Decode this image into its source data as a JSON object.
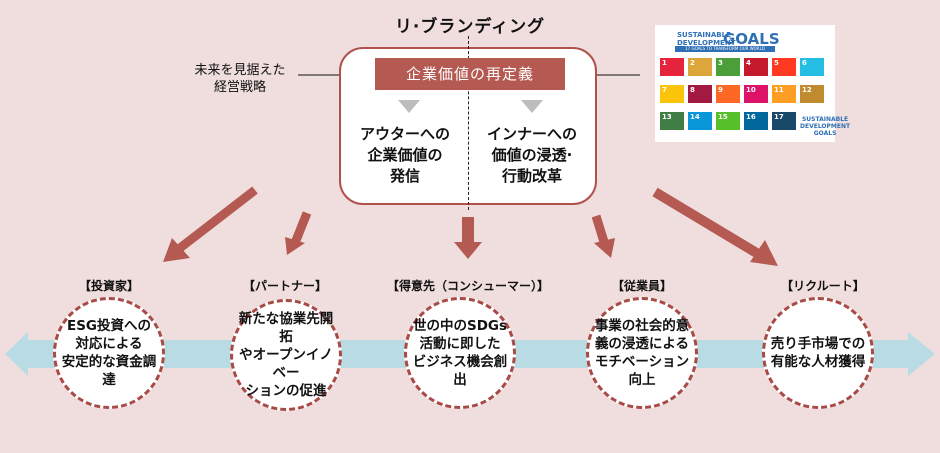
{
  "title": "リ·ブランディング",
  "core": {
    "redefine_label": "企業価値の再定義",
    "outer": "アウターへの\n企業価値の\n発信",
    "inner": "インナーへの\n価値の浸透·\n行動改革"
  },
  "left_input": "未来を見据えた\n経営戦略",
  "sdg_card": {
    "heading": "SUSTAINABLE\nDEVELOPMENT",
    "goals_word": "GOALS",
    "subtitle": "17 GOALS TO TRANSFORM OUR WORLD",
    "tile_numbers": [
      "1",
      "2",
      "3",
      "4",
      "5",
      "6",
      "7",
      "8",
      "9",
      "10",
      "11",
      "12",
      "13",
      "14",
      "15",
      "16",
      "17"
    ],
    "tile_colors": [
      "#e5243b",
      "#dda63a",
      "#4c9f38",
      "#c5192d",
      "#ff3a21",
      "#26bde2",
      "#fcc30b",
      "#a21942",
      "#fd6925",
      "#dd1367",
      "#fd9d24",
      "#bf8b2e",
      "#3f7e44",
      "#0a97d9",
      "#56c02b",
      "#00689d",
      "#19486a"
    ],
    "logo_text": "SUSTAINABLE\nDEVELOPMENT\nGOALS"
  },
  "colors": {
    "background": "#efdedd",
    "accent": "#b45a52",
    "band": "#b9dbe4",
    "triangle": "#bdbdbd"
  },
  "stakeholders": [
    {
      "label": "【投資家】",
      "text": "ESG投資への\n対応による\n安定的な資金調達"
    },
    {
      "label": "【パートナー】",
      "text": "新たな協業先開拓\nやオープンイノベー\nションの促進"
    },
    {
      "label": "【得意先（コンシューマー）】",
      "text": "世の中のSDGs\n活動に即した\nビジネス機会創出"
    },
    {
      "label": "【従業員】",
      "text": "事業の社会的意\n義の浸透による\nモチベーション向上"
    },
    {
      "label": "【リクルート】",
      "text": "売り手市場での\n有能な人材獲得"
    }
  ]
}
